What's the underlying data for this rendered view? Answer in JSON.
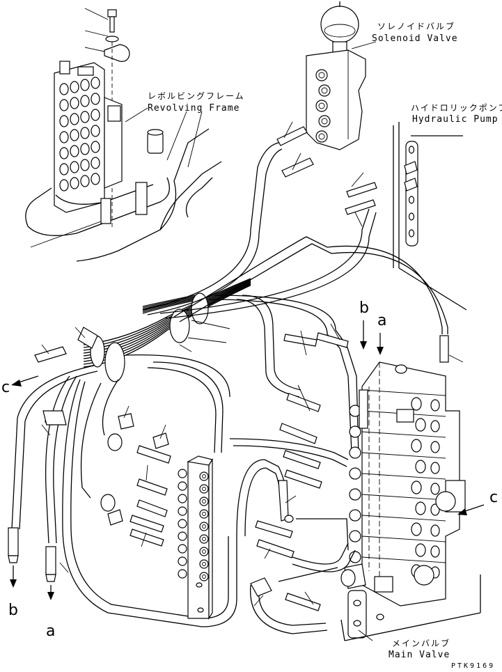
{
  "labels": {
    "solenoid_valve_jp": "ソレノイドバルブ",
    "solenoid_valve_en": "Solenoid Valve",
    "revolving_frame_jp": "レボルビングフレーム",
    "revolving_frame_en": "Revolving Frame",
    "hydraulic_pump_jp": "ハイドロリックポンプ",
    "hydraulic_pump_en": "Hydraulic Pump",
    "main_valve_jp": "メインバルブ",
    "main_valve_en": "Main Valve"
  },
  "refs": {
    "a_top": "a",
    "b_top": "b",
    "c_left": "c",
    "c_right": "c",
    "b_bottom": "b",
    "a_bottom": "a"
  },
  "drawing_code": "PTK9169"
}
